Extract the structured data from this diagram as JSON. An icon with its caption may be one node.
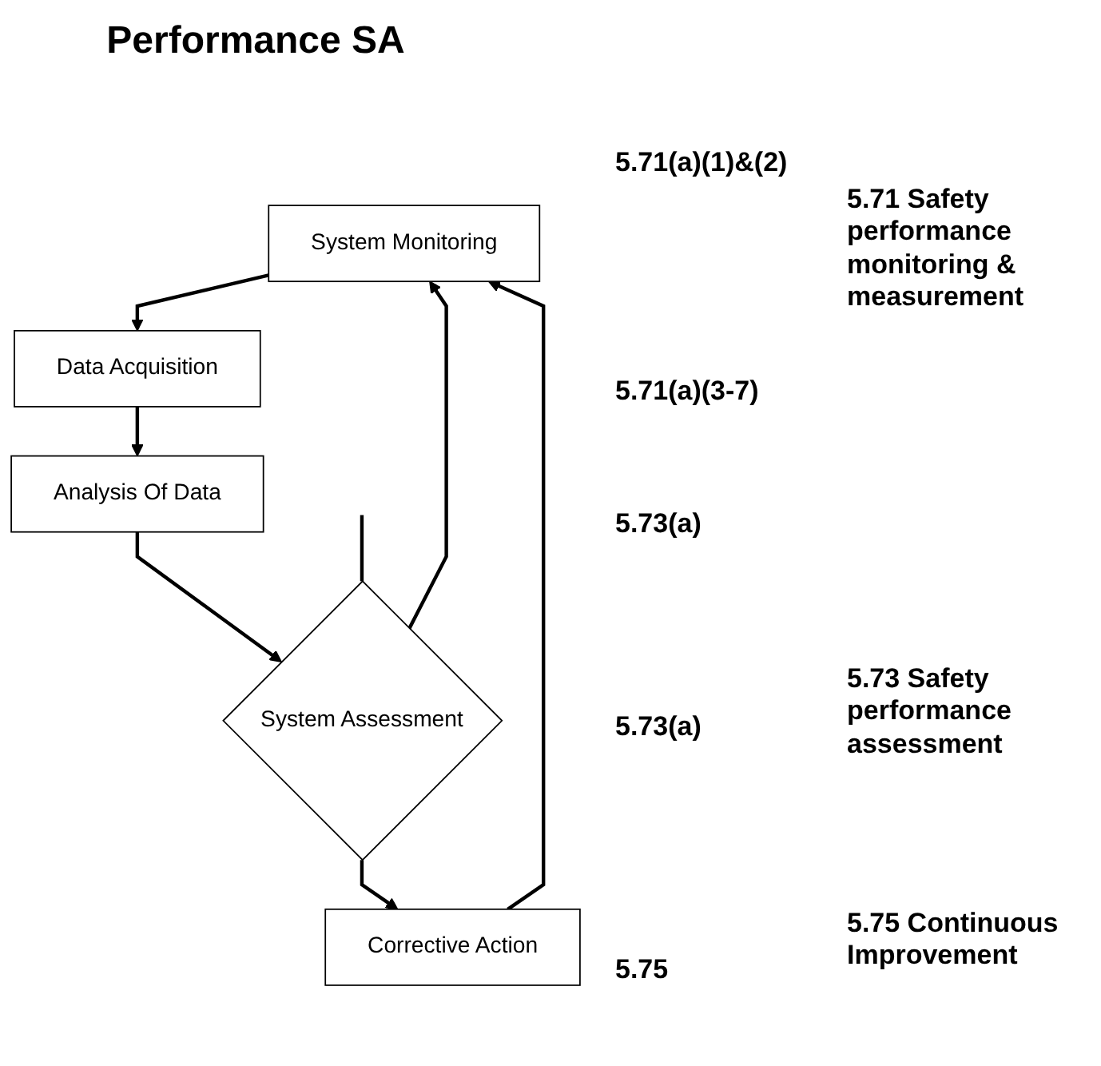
{
  "diagram": {
    "title": "Performance SA",
    "nodes": [
      {
        "text": [
          "System Monitoring"
        ]
      },
      {
        "text": [
          "Data Acquisition"
        ]
      },
      {
        "text": [
          "Analysis Of Data"
        ]
      },
      {
        "text": [
          "System Assessment"
        ]
      },
      {
        "text": [
          "Corrective Action"
        ]
      }
    ],
    "edges": [
      {
        "from": 0,
        "to": 1,
        "arrow": "to"
      },
      {
        "from": 1,
        "to": 2,
        "arrow": "to"
      },
      {
        "from": 2,
        "to": 3,
        "arrow": "to"
      },
      {
        "from": 3,
        "to": 4,
        "arrow": "to"
      },
      {
        "from": 4,
        "to": 0,
        "arrow": "to"
      },
      {
        "from": 3,
        "to": 0,
        "arrow": "to"
      },
      {
        "from": null,
        "to": 3,
        "arrow": "none"
      }
    ],
    "labels": [
      "5.71(a)(1)&(2)",
      "5.71 Safety performance monitoring & measurement",
      "5.71(a)(3-7)",
      "5.73(a)",
      "5.73 Safety performance assessment",
      "5.73(a)",
      "5.75 Continuous Improvement",
      "5.75"
    ]
  }
}
